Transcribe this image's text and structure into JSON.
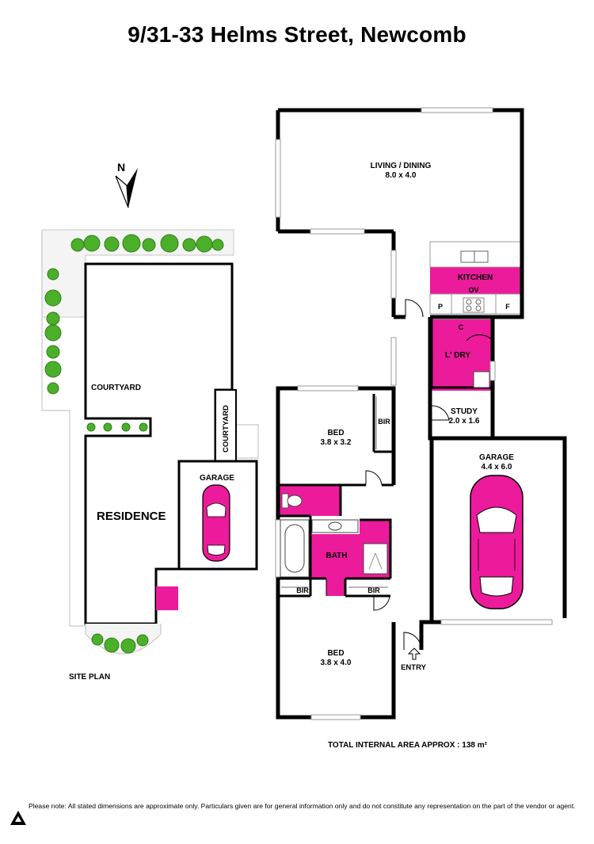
{
  "title": "9/31-33 Helms Street, Newcomb",
  "colors": {
    "wall": "#000000",
    "wet_area": "#ec1b9b",
    "tree": "#4caf2a",
    "tree_dark": "#2f7d1a",
    "site_boundary": "#c8c8c8",
    "window": "#bfbfbf"
  },
  "site_plan": {
    "north_label": "N",
    "courtyard_main": "COURTYARD",
    "courtyard_side": "COURTYARD",
    "garage": "GARAGE",
    "residence": "RESIDENCE",
    "caption": "SITE PLAN"
  },
  "rooms": {
    "living": {
      "name": "LIVING / DINING",
      "size": "8.0 x 4.0"
    },
    "kitchen": {
      "name": "KITCHEN",
      "oven": "OV",
      "pantry": "P",
      "fridge": "F"
    },
    "laundry": {
      "name": "L' DRY",
      "cupboard": "C"
    },
    "study": {
      "name": "STUDY",
      "size": "2.0 x 1.6"
    },
    "garage": {
      "name": "GARAGE",
      "size": "4.4 x 6.0"
    },
    "bed1": {
      "name": "BED",
      "size": "3.8 x 3.2",
      "bir": "BIR"
    },
    "bath": {
      "name": "BATH"
    },
    "bir_left": "BIR",
    "bir_right": "BIR",
    "bed2": {
      "name": "BED",
      "size": "3.8 x 4.0"
    },
    "entry": "ENTRY"
  },
  "total_area": "TOTAL INTERNAL AREA APPROX : 138 m²",
  "disclaimer": "Please note: All stated dimensions are approximate only. Particulars given are for general information only and do not constitute any representation on the part of the vendor or agent."
}
